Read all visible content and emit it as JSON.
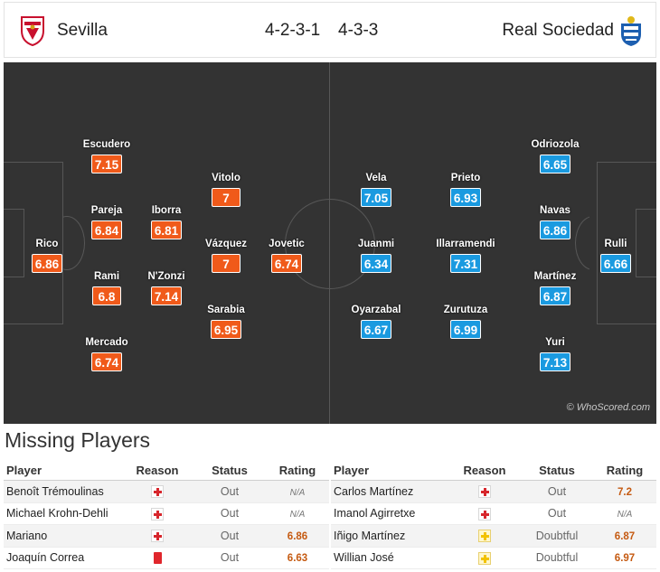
{
  "header": {
    "home_team": "Sevilla",
    "away_team": "Real Sociedad",
    "home_formation": "4-2-3-1",
    "away_formation": "4-3-3",
    "home_crest": "sevilla-crest-icon",
    "away_crest": "real-sociedad-crest-icon"
  },
  "colors": {
    "home_rating_bg": "#f05a1a",
    "away_rating_bg": "#1a9ae0",
    "pitch_bg": "#333333",
    "rating_text": "#c55a11"
  },
  "pitch": {
    "watermark": "© WhoScored.com",
    "home_players": [
      {
        "name": "Rico",
        "rating": "6.86"
      },
      {
        "name": "Escudero",
        "rating": "7.15"
      },
      {
        "name": "Pareja",
        "rating": "6.84"
      },
      {
        "name": "Rami",
        "rating": "6.8"
      },
      {
        "name": "Mercado",
        "rating": "6.74"
      },
      {
        "name": "Iborra",
        "rating": "6.81"
      },
      {
        "name": "N'Zonzi",
        "rating": "7.14"
      },
      {
        "name": "Vitolo",
        "rating": "7"
      },
      {
        "name": "Vázquez",
        "rating": "7"
      },
      {
        "name": "Sarabia",
        "rating": "6.95"
      },
      {
        "name": "Jovetic",
        "rating": "6.74"
      }
    ],
    "away_players": [
      {
        "name": "Rulli",
        "rating": "6.66"
      },
      {
        "name": "Odriozola",
        "rating": "6.65"
      },
      {
        "name": "Navas",
        "rating": "6.86"
      },
      {
        "name": "Martínez",
        "rating": "6.87"
      },
      {
        "name": "Yuri",
        "rating": "7.13"
      },
      {
        "name": "Prieto",
        "rating": "6.93"
      },
      {
        "name": "Illarramendi",
        "rating": "7.31"
      },
      {
        "name": "Zurutuza",
        "rating": "6.99"
      },
      {
        "name": "Vela",
        "rating": "7.05"
      },
      {
        "name": "Juanmi",
        "rating": "6.34"
      },
      {
        "name": "Oyarzabal",
        "rating": "6.67"
      }
    ]
  },
  "missing": {
    "title": "Missing Players",
    "columns": {
      "player": "Player",
      "reason": "Reason",
      "status": "Status",
      "rating": "Rating"
    },
    "home": [
      {
        "player": "Benoît Trémoulinas",
        "reason": "injury-icon",
        "status": "Out",
        "rating": "N/A"
      },
      {
        "player": "Michael Krohn-Dehli",
        "reason": "injury-icon",
        "status": "Out",
        "rating": "N/A"
      },
      {
        "player": "Mariano",
        "reason": "injury-icon",
        "status": "Out",
        "rating": "6.86"
      },
      {
        "player": "Joaquín Correa",
        "reason": "red-card-icon",
        "status": "Out",
        "rating": "6.63"
      }
    ],
    "away": [
      {
        "player": "Carlos Martínez",
        "reason": "injury-icon",
        "status": "Out",
        "rating": "7.2"
      },
      {
        "player": "Imanol Agirretxe",
        "reason": "injury-icon",
        "status": "Out",
        "rating": "N/A"
      },
      {
        "player": "Iñigo Martínez",
        "reason": "doubtful-icon",
        "status": "Doubtful",
        "rating": "6.87"
      },
      {
        "player": "Willian José",
        "reason": "doubtful-icon",
        "status": "Doubtful",
        "rating": "6.97"
      }
    ]
  }
}
